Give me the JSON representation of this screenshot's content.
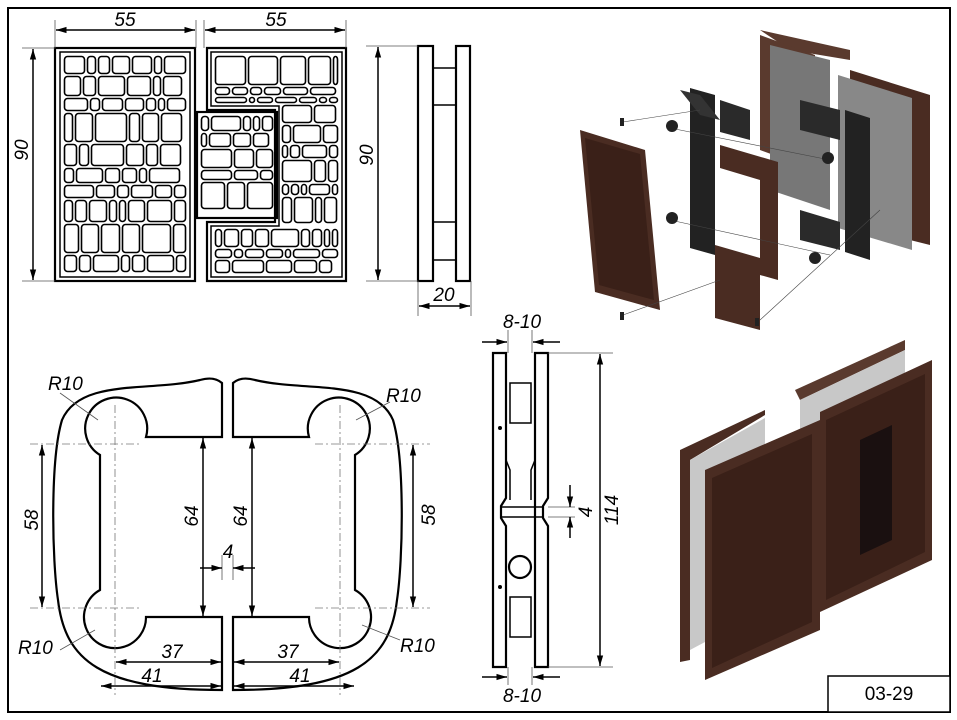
{
  "drawing": {
    "code": "03-29",
    "front_view": {
      "width_left": "55",
      "width_right": "55",
      "height": "90"
    },
    "side_view": {
      "height": "90",
      "depth": "20"
    },
    "plate_view": {
      "radius_labels": [
        "R10",
        "R10",
        "R10",
        "R10"
      ],
      "hole_spacing_left": "58",
      "hole_spacing_right": "58",
      "inner_height_left": "64",
      "inner_height_right": "64",
      "gap": "4",
      "inner_width_left": "37",
      "outer_width_left": "41",
      "inner_width_right": "37",
      "outer_width_right": "41"
    },
    "section_view": {
      "glass_top": "8-10",
      "glass_bottom": "8-10",
      "gap": "4",
      "height": "114"
    }
  },
  "colors": {
    "bronze": "#4a2c22",
    "bronze_light": "#7a5040",
    "glass": "#c8c8c8",
    "dark": "#2a2a2a"
  }
}
